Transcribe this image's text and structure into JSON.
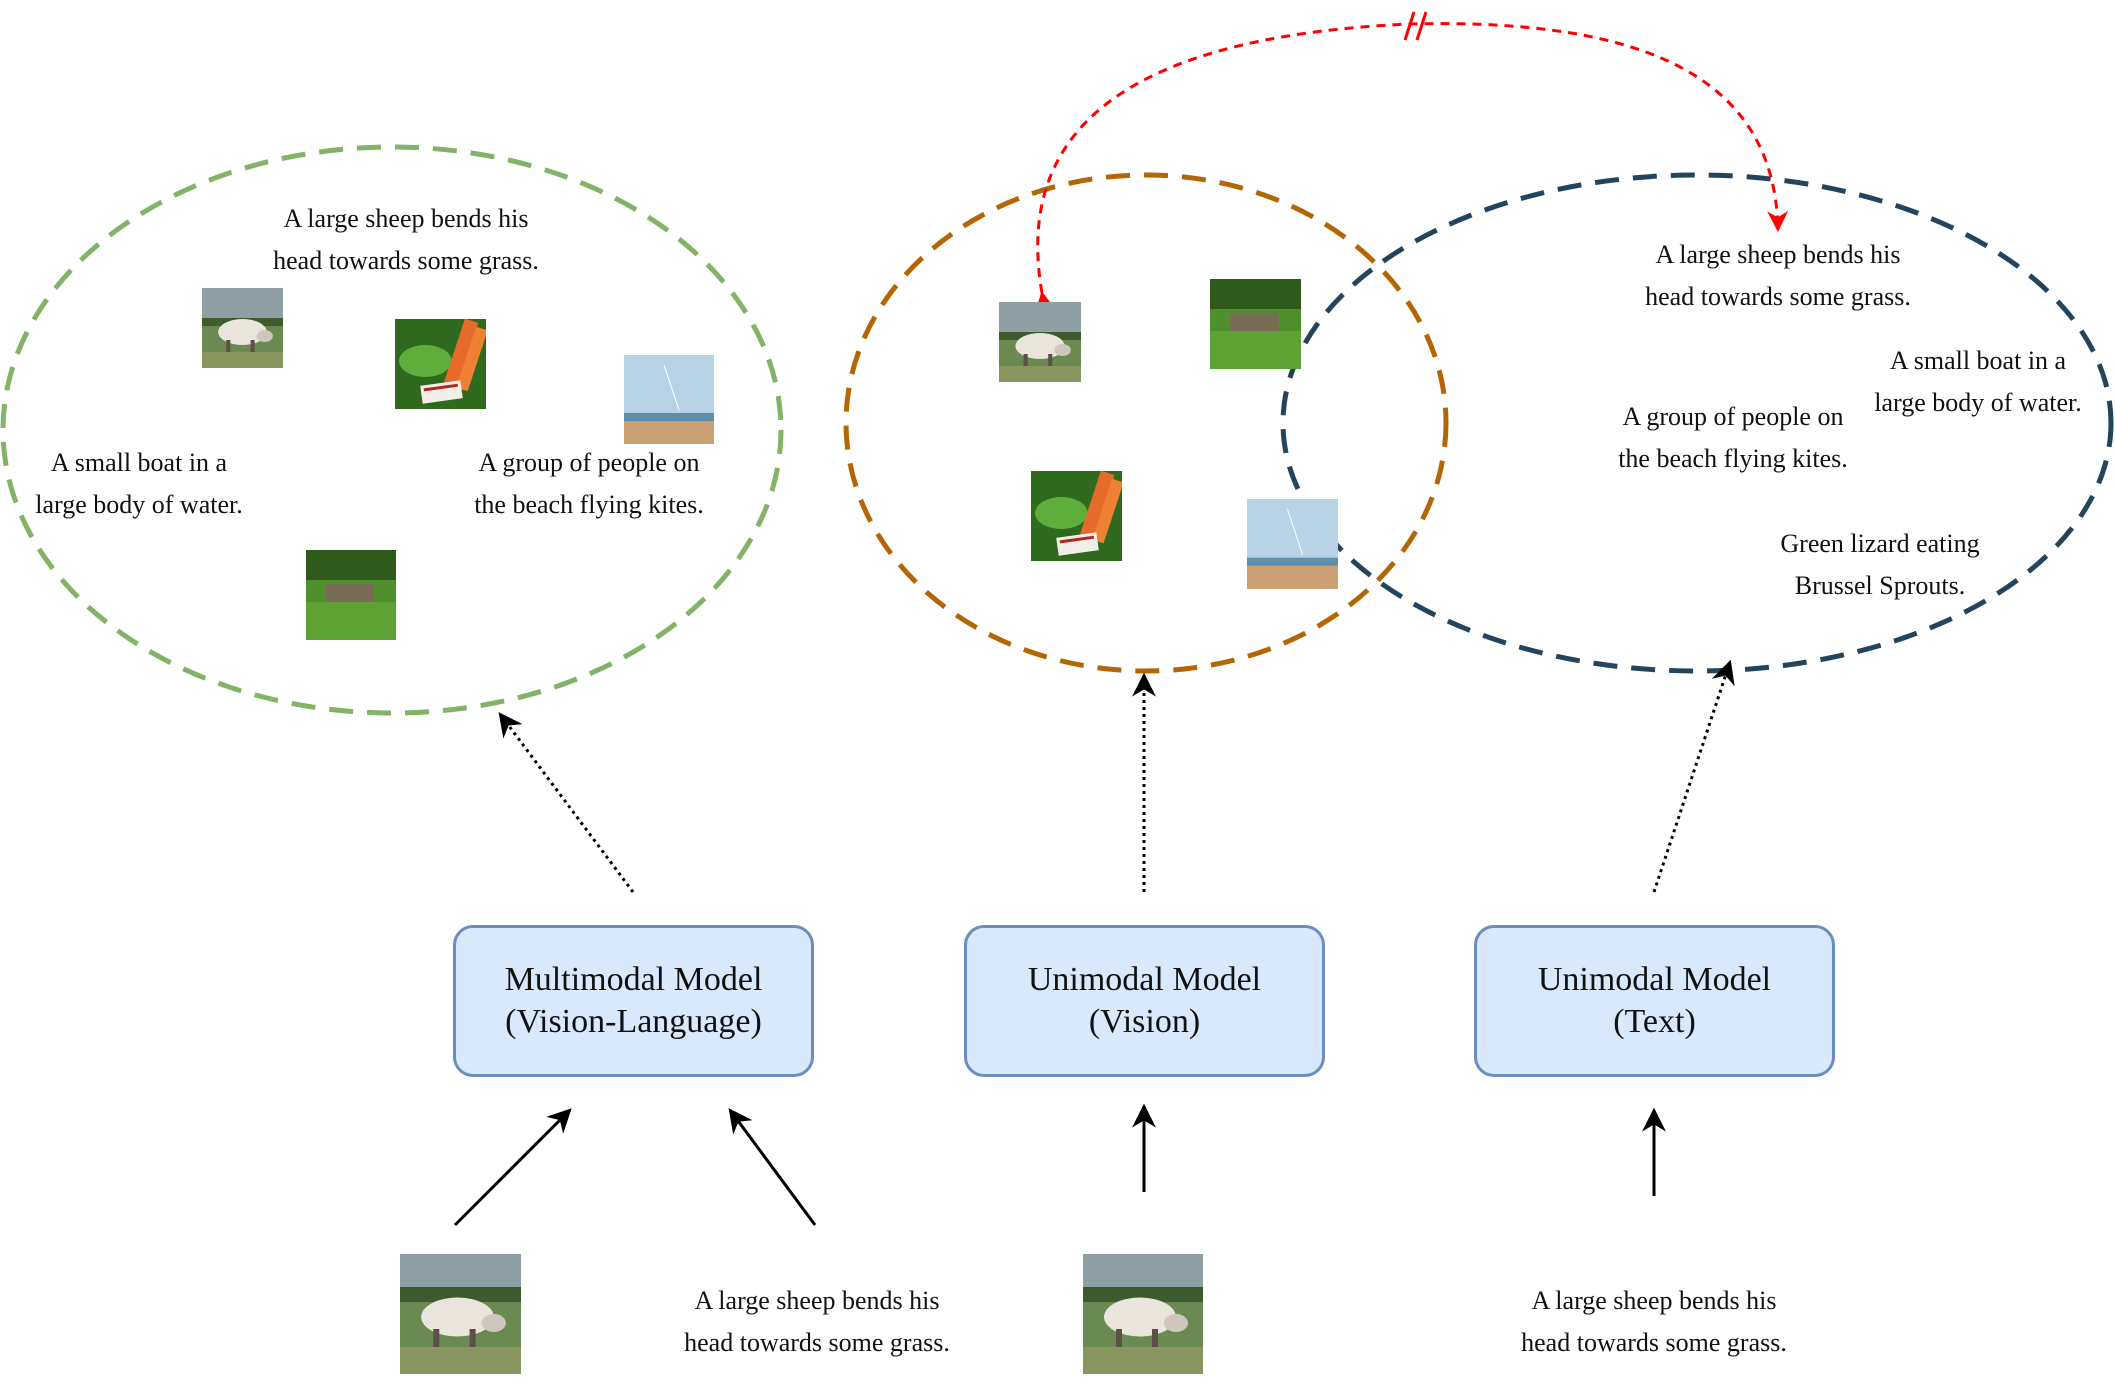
{
  "models": {
    "multimodal": {
      "line1": "Multimodal Model",
      "line2": "(Vision-Language)"
    },
    "unimodal_vision": {
      "line1": "Unimodal Model",
      "line2": "(Vision)"
    },
    "unimodal_text": {
      "line1": "Unimodal Model",
      "line2": "(Text)"
    }
  },
  "captions": {
    "sheep": {
      "line1": "A large sheep bends his",
      "line2": "head towards some grass."
    },
    "boat": {
      "line1": "A small boat in a",
      "line2": "large body of water."
    },
    "kites": {
      "line1": "A group of people on",
      "line2": "the beach flying kites."
    },
    "lizard": {
      "line1": "Green lizard eating",
      "line2": "Brussel Sprouts."
    }
  },
  "break_marker": "//",
  "colors": {
    "multimodal_space": "#82b366",
    "vision_space": "#b46504",
    "text_space": "#23445d",
    "box_fill": "#dae8fc",
    "box_border": "#6c8ebf",
    "mismatch_arrow": "#ff0000"
  },
  "images": {
    "sheep": "sheep photo",
    "lizard": "lizard eating brussel sprouts photo",
    "beach": "beach kites photo",
    "boat": "boat in grass photo"
  }
}
